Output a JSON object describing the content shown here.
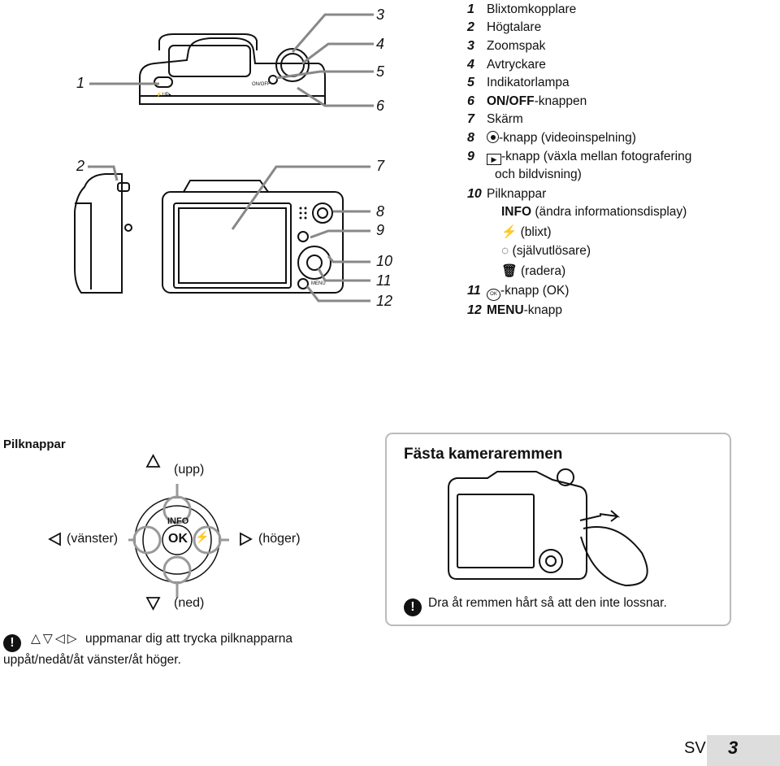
{
  "callouts": [
    "1",
    "2",
    "3",
    "4",
    "5",
    "6",
    "7",
    "8",
    "9",
    "10",
    "11",
    "12"
  ],
  "legend": [
    {
      "num": "1",
      "text": "Blixtomkopplare"
    },
    {
      "num": "2",
      "text": "Högtalare"
    },
    {
      "num": "3",
      "text": "Zoomspak"
    },
    {
      "num": "4",
      "text": "Avtryckare"
    },
    {
      "num": "5",
      "text": "Indikatorlampa"
    },
    {
      "num": "6",
      "bold": "ON/OFF",
      "text": "-knappen"
    },
    {
      "num": "7",
      "text": "Skärm"
    },
    {
      "num": "8",
      "text": "-knapp (videoinspelning)"
    },
    {
      "num": "9",
      "text": "-knapp (växla mellan fotografering"
    },
    {
      "num": "",
      "text": "och bildvisning)"
    },
    {
      "num": "10",
      "text": "Pilknappar"
    },
    {
      "num": "11",
      "text": "-knapp (OK)"
    },
    {
      "num": "12",
      "bold": "MENU",
      "text": "-knapp"
    }
  ],
  "arrow_sub": {
    "info_bold": "INFO",
    "info": "(ändra informationsdisplay)",
    "flash": "(blixt)",
    "timer": "(självutlösare)",
    "trash": "(radera)"
  },
  "pilknappar": {
    "heading": "Pilknappar",
    "up": "(upp)",
    "left": "(vänster)",
    "right": "(höger)",
    "down": "(ned)",
    "pad_info": "INFO",
    "pad_ok": "OK"
  },
  "strap": {
    "heading": "Fästa kameraremmen",
    "note": "Dra åt remmen hårt så att den inte lossnar."
  },
  "footnote": {
    "line1": "uppmanar dig att trycka pilknapparna",
    "line2": "uppåt/nedåt/åt vänster/åt höger."
  },
  "camera_labels": {
    "onoff": "ON/OFF",
    "menu": "MENU",
    "upl": "⚡UP▸"
  },
  "footer": {
    "lang": "SV",
    "page": "3"
  }
}
